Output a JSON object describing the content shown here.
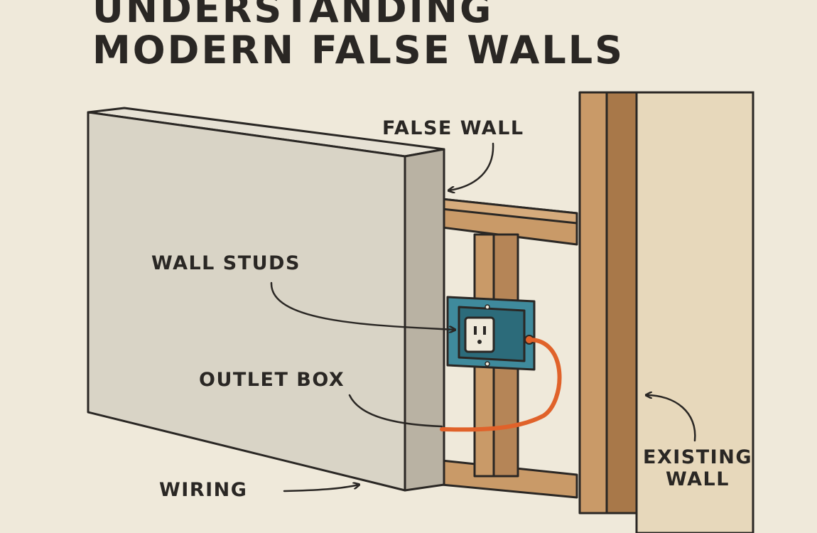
{
  "title": {
    "line1": "UNDERSTANDING",
    "line2": "MODERN FALSE WALLS"
  },
  "labels": {
    "false_wall": "FALSE WALL",
    "wall_studs": "WALL STUDS",
    "outlet_box": "OUTLET BOX",
    "wiring": "WIRING",
    "existing_line1": "EXISTING",
    "existing_line2": "WALL"
  },
  "colors": {
    "background": "#efe9da",
    "panel_face": "#d9d4c6",
    "panel_side": "#b9b2a3",
    "wood": "#c99a68",
    "wood_dark": "#a87849",
    "existing_wall": "#e7d8bb",
    "outlet_box": "#3f8a9c",
    "wire": "#e0622a",
    "ink": "#2a2724"
  }
}
